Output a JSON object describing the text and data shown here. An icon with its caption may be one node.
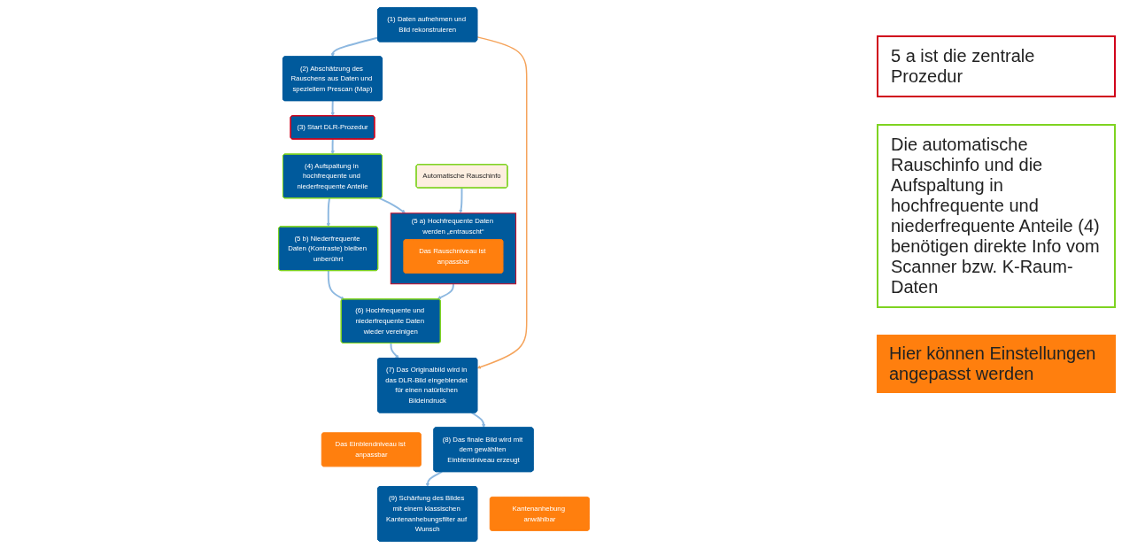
{
  "diagram": {
    "nodes": [
      {
        "text": [
          "(1) Daten aufnehmen und Bild rekonstruieren"
        ]
      },
      {
        "text": [
          "(2) Abschätzung des Rauschens aus Daten und speziellem Prescan (Map)"
        ]
      },
      {
        "text": [
          "(3) Start DLR-Prozedur"
        ]
      },
      {
        "text": [
          "(4) Aufspaltung in hochfrequente und niederfrequente Anteile"
        ]
      },
      {
        "text": [
          "(5 a) Hochfrequente Daten werden „entrauscht“"
        ]
      },
      {
        "text": [
          "Das Rauschniveau ist anpassbar"
        ],
        "in": 4
      },
      {
        "text": [
          "(5 b) Niederfrequente Daten (Kontraste) bleiben unberührt"
        ]
      },
      {
        "text": [
          "(6) Hochfrequente und niederfrequente Daten wieder vereinigen"
        ]
      },
      {
        "text": [
          "(7) Das Originalbild wird in das DLR-Bild eingeblendet für einen natürlichen Bildeindruck"
        ]
      },
      {
        "text": [
          "Das Einblendniveau ist anpassbar"
        ]
      },
      {
        "text": [
          "(8) Das finale Bild wird mit dem gewählten Einblendniveau erzeugt"
        ]
      },
      {
        "text": [
          "Kantenanhebung anwählbar"
        ]
      },
      {
        "text": [
          "(9) Schärfung des Bildes mit einem klassischen Kantenanhebungsfilter auf Wunsch"
        ]
      },
      {
        "text": [
          "Automatische Rauschinfo"
        ]
      }
    ],
    "edges": [
      {
        "from": 0,
        "to": 1,
        "arrow": "to"
      },
      {
        "from": 1,
        "to": 2,
        "arrow": "to"
      },
      {
        "from": 2,
        "to": 3,
        "arrow": "to"
      },
      {
        "from": 3,
        "to": 4,
        "arrow": "to"
      },
      {
        "from": 3,
        "to": 6,
        "arrow": "to"
      },
      {
        "from": 4,
        "to": 7,
        "arrow": "to"
      },
      {
        "from": 6,
        "to": 7,
        "arrow": "to"
      },
      {
        "from": 7,
        "to": 8,
        "arrow": "to"
      },
      {
        "from": 8,
        "to": 10,
        "arrow": "to"
      },
      {
        "from": 10,
        "to": 12,
        "arrow": "to"
      },
      {
        "from": 0,
        "to": 8,
        "arrow": "to",
        "color": "#f5a35a"
      },
      {
        "from": 13,
        "to": 4,
        "arrow": "to"
      }
    ],
    "legend": [
      {
        "text": "5 a ist die zentrale Prozedur"
      },
      {
        "text": "Die automatische Rauschinfo und die Aufspaltung in hochfrequente und niederfrequente Anteile (4) benötigen direkte Info vom Scanner bzw. K-Raum-Daten"
      },
      {
        "text": "Hier können Einstellungen angepasst werden",
        "color": "#ff7f0e"
      }
    ]
  }
}
